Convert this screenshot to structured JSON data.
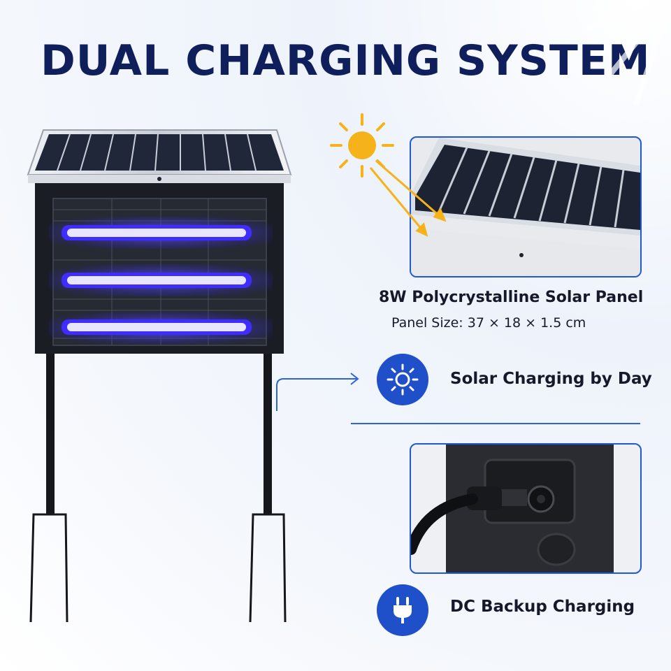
{
  "headline": "DUAL CHARGING SYSTEM",
  "solar_panel": {
    "name": "8W Polycrystalline Solar Panel",
    "size": "Panel Size: 37 × 18 × 1.5 cm"
  },
  "features": [
    {
      "label": "Solar Charging by Day",
      "icon": "sun-icon"
    },
    {
      "label": "DC Backup Charging",
      "icon": "plug-icon"
    }
  ],
  "colors": {
    "title": "#0f1f5c",
    "accent_blue": "#1f4fc9",
    "uv_light": "#4b39ff",
    "sun": "#f5b21a"
  }
}
